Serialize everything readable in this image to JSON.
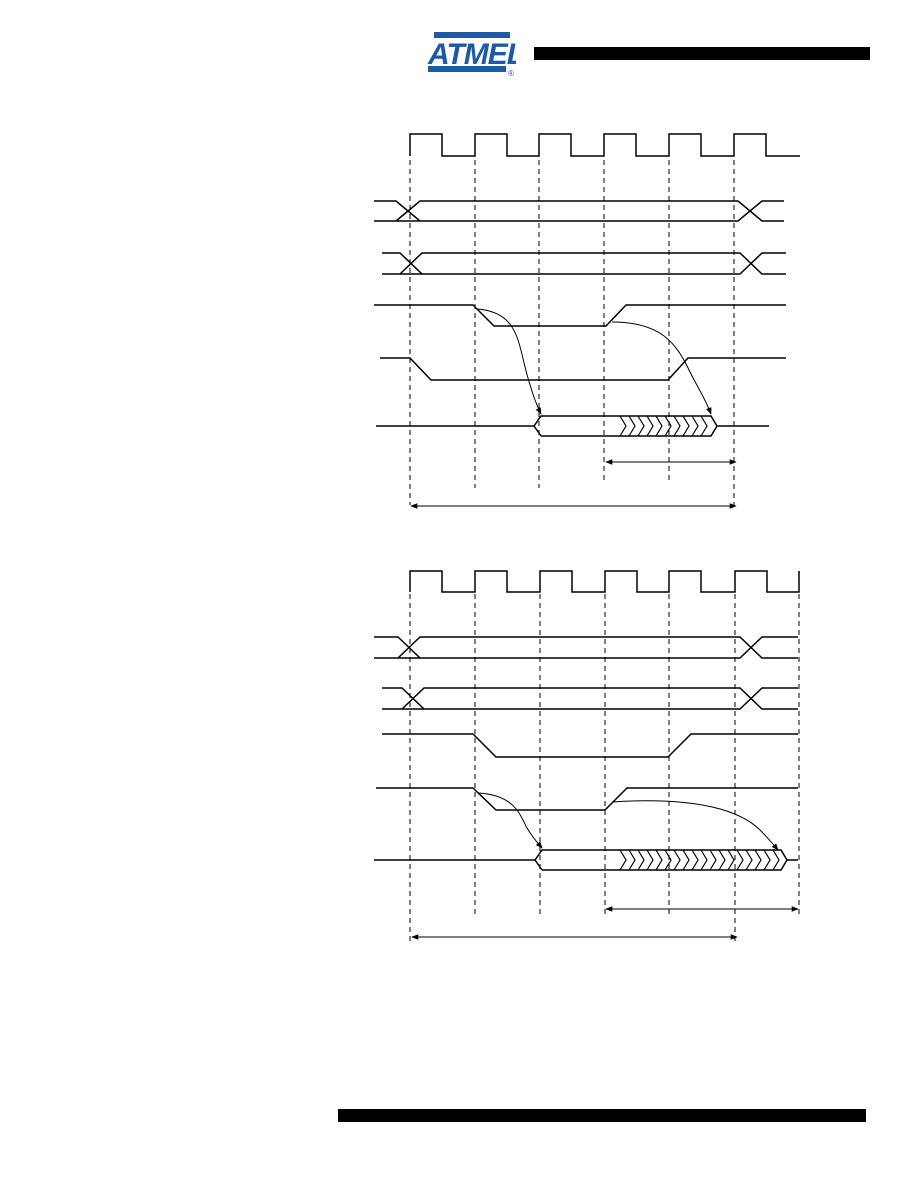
{
  "logo": {
    "text": "ATMEL",
    "registered_mark": "®",
    "color": "#1c5aa6"
  },
  "colors": {
    "ink": "#000000",
    "brand_blue": "#1c5aa6",
    "page": "#ffffff"
  },
  "diagrams": [
    {
      "name": "timing-diagram-top"
    },
    {
      "name": "timing-diagram-bottom"
    }
  ]
}
